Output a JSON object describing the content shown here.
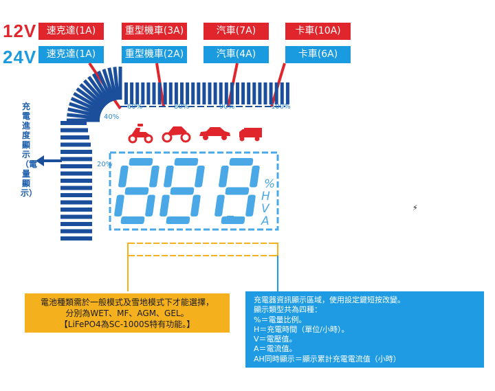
{
  "rows": [
    {
      "voltage": "12V",
      "color": "#e0262c",
      "items": [
        "速克達(1A)",
        "重型機車(3A)",
        "汽車(7A)",
        "卡車(10A)"
      ]
    },
    {
      "voltage": "24V",
      "color": "#1a9be0",
      "items": [
        "速克達(1A)",
        "重型機車(2A)",
        "汽車(4A)",
        "卡車(6A)"
      ]
    }
  ],
  "progress_labels": {
    "p20": "20%",
    "p40": "40%",
    "p60": "60%",
    "p80": "80%",
    "p90": "90%",
    "p100": "100%"
  },
  "progress_title": "充電進度顯示（電量顯示）",
  "vehicle_icons": [
    "scooter-icon",
    "motorcycle-icon",
    "car-icon",
    "truck-icon"
  ],
  "display": {
    "units": [
      "%",
      "H",
      "V",
      "A"
    ]
  },
  "notes": {
    "left": [
      "電池種類需於一般模式及雪地模式下才能選擇，",
      "分別為WET、MF、AGM、GEL。",
      "【LiFePO4為SC-1000S特有功能。】"
    ],
    "right": [
      "充電器資訊顯示區域，使用設定鍵短按改變。",
      "顯示類型共為四種：",
      "%＝電量比例。",
      "H＝充電時間（單位/小時）。",
      "V＝電壓值。",
      "A＝電流值。",
      "AH同時顯示＝顯示累計充電電流值（小時）"
    ]
  },
  "colors": {
    "red": "#e0262c",
    "blue": "#1a9be0",
    "navy": "#1b4f9c",
    "seg": "#4aa8e6",
    "orange": "#f5b01e"
  },
  "misc": {
    "bolt": "⚡"
  }
}
